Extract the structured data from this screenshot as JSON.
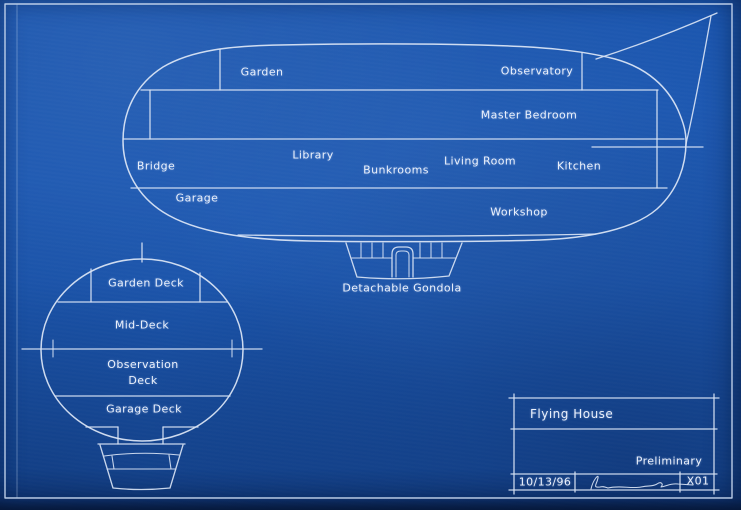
{
  "drawing_type": "blueprint",
  "colors": {
    "paper_blue": "#1b56af",
    "line": "#d8e3f4",
    "text": "#eaf0fb"
  },
  "side_view": {
    "description": "airship-side-view",
    "rooms": [
      {
        "name": "garden",
        "label": "Garden"
      },
      {
        "name": "observatory",
        "label": "Observatory"
      },
      {
        "name": "master-bedroom",
        "label": "Master Bedroom"
      },
      {
        "name": "library",
        "label": "Library"
      },
      {
        "name": "bridge",
        "label": "Bridge"
      },
      {
        "name": "bunkrooms",
        "label": "Bunkrooms"
      },
      {
        "name": "living-room",
        "label": "Living Room"
      },
      {
        "name": "kitchen",
        "label": "Kitchen"
      },
      {
        "name": "garage",
        "label": "Garage"
      },
      {
        "name": "workshop",
        "label": "Workshop"
      }
    ],
    "gondola_label": "Detachable Gondola"
  },
  "cross_section": {
    "description": "hull-cross-section-view",
    "decks": [
      {
        "name": "garden-deck",
        "label": "Garden Deck"
      },
      {
        "name": "mid-deck",
        "label": "Mid-Deck"
      },
      {
        "name": "observation-deck",
        "label": "Observation Deck"
      },
      {
        "name": "garage-deck",
        "label": "Garage Deck"
      }
    ]
  },
  "title_block": {
    "title": "Flying House",
    "status": "Preliminary",
    "date": "10/13/96",
    "sheet_number": "X01",
    "signature_icon": "signature-scribble"
  }
}
